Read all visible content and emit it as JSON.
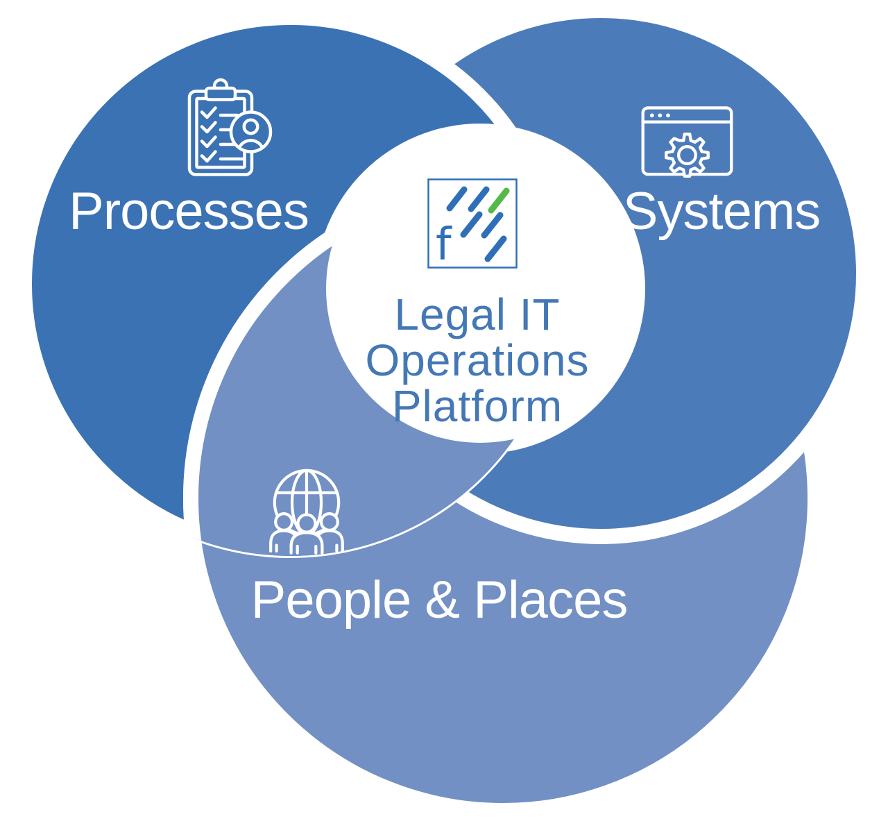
{
  "diagram": {
    "type": "venn-3",
    "background": "#FFFFFF",
    "ring_stroke": "#FFFFFF",
    "label_color": "#FFFFFF",
    "circles": [
      {
        "id": "processes",
        "label": "Processes",
        "color": "#3A72B4",
        "icon": "clipboard-checklist-person-icon"
      },
      {
        "id": "systems",
        "label": "Systems",
        "color": "#4C7BB9",
        "icon": "browser-gear-icon"
      },
      {
        "id": "people-places",
        "label": "People & Places",
        "color": "#7290C4",
        "icon": "globe-people-icon"
      }
    ],
    "center": {
      "fill": "#FFFFFF",
      "lines": [
        "Legal IT",
        "Operations",
        "Platform"
      ],
      "text_color": "#4478B5",
      "logo": {
        "letter": "f",
        "blue": "#2F6FB7",
        "green": "#54B948"
      }
    }
  }
}
